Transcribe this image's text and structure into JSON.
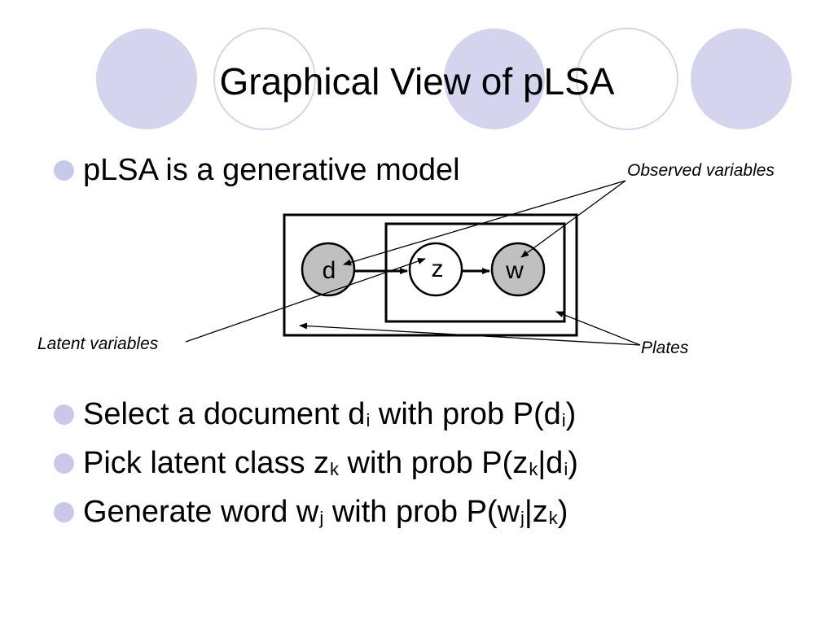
{
  "title": "Graphical View of pLSA",
  "bullets": {
    "intro": "pLSA is a generative model",
    "step1": {
      "a": "Select a document d",
      "a_sub": "i",
      "b": " with prob P(d",
      "b_sub": "i",
      "c": ")"
    },
    "step2": {
      "a": "Pick latent class z",
      "a_sub": "k",
      "b": " with prob P(z",
      "b_sub": "k",
      "c": "|d",
      "c_sub": "i",
      "d": ")"
    },
    "step3": {
      "a": "Generate word w",
      "a_sub": "j",
      "b": " with prob P(w",
      "b_sub": "j",
      "c": "|z",
      "c_sub": "k",
      "d": ")"
    }
  },
  "diagram": {
    "nodes": {
      "d": "d",
      "z": "z",
      "w": "w"
    },
    "annotations": {
      "observed": "Observed variables",
      "latent": "Latent variables",
      "plates": "Plates"
    }
  },
  "colors": {
    "decor_circle_fill": "#d4d4ee",
    "bullet_dot": "#c8c8ea",
    "observed_node_fill": "#c0c0c0",
    "latent_node_fill": "#ffffff"
  }
}
